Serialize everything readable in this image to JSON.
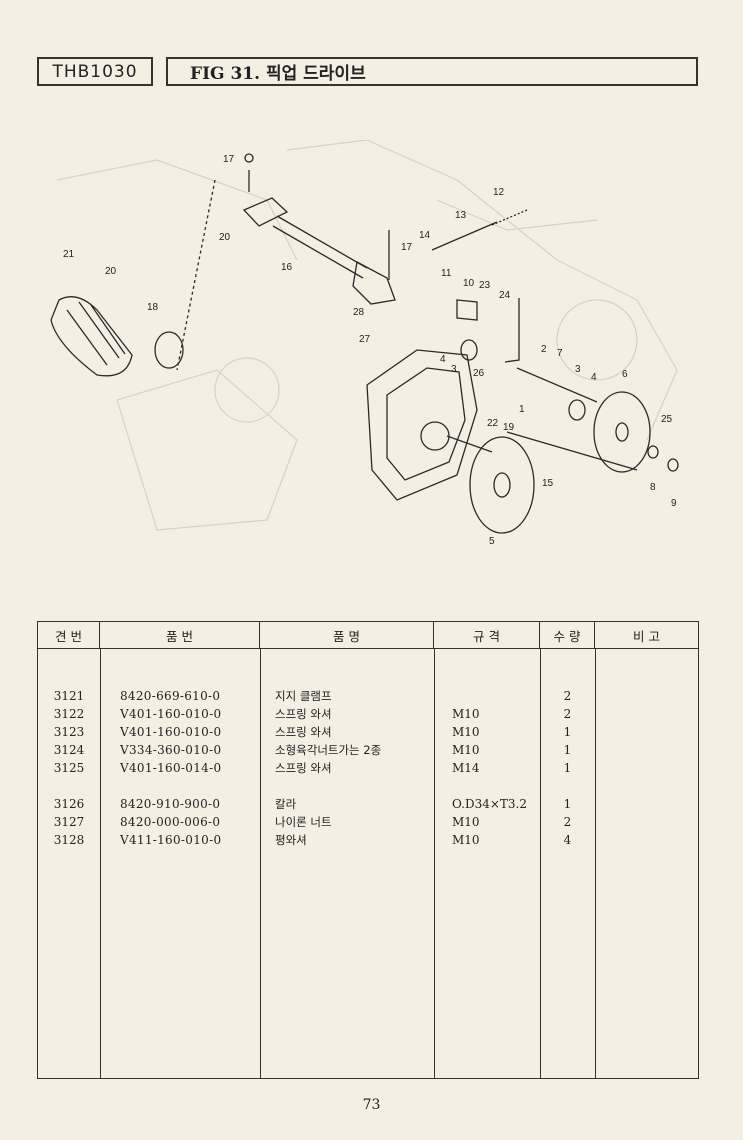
{
  "header": {
    "model": "THB1030",
    "figure": "FIG 31. 픽업 드라이브"
  },
  "diagram_labels": [
    "17",
    "20",
    "21",
    "20",
    "18",
    "16",
    "17",
    "14",
    "13",
    "12",
    "11",
    "10",
    "23",
    "24",
    "28",
    "27",
    "4",
    "3",
    "26",
    "2",
    "7",
    "3",
    "4",
    "6",
    "22",
    "19",
    "1",
    "25",
    "15",
    "8",
    "9",
    "5"
  ],
  "table": {
    "headers": [
      "견 번",
      "품 번",
      "품 명",
      "규 격",
      "수 량",
      "비 고"
    ],
    "rows": [
      {
        "ref": "3121",
        "part": "8420-669-610-0",
        "name": "지지 클램프",
        "spec": "",
        "qty": "2"
      },
      {
        "ref": "3122",
        "part": "V401-160-010-0",
        "name": "스프링 와셔",
        "spec": "M10",
        "qty": "2"
      },
      {
        "ref": "3123",
        "part": "V401-160-010-0",
        "name": "스프링 와셔",
        "spec": "M10",
        "qty": "1"
      },
      {
        "ref": "3124",
        "part": "V334-360-010-0",
        "name": "소형육각너트가는 2종",
        "spec": "M10",
        "qty": "1"
      },
      {
        "ref": "3125",
        "part": "V401-160-014-0",
        "name": "스프링 와셔",
        "spec": "M14",
        "qty": "1"
      },
      {
        "ref": "3126",
        "part": "8420-910-900-0",
        "name": "칼라",
        "spec": "O.D34×T3.2",
        "qty": "1"
      },
      {
        "ref": "3127",
        "part": "8420-000-006-0",
        "name": "나이론 너트",
        "spec": "M10",
        "qty": "2"
      },
      {
        "ref": "3128",
        "part": "V411-160-010-0",
        "name": "평와셔",
        "spec": "M10",
        "qty": "4"
      }
    ]
  },
  "page_number": "73"
}
